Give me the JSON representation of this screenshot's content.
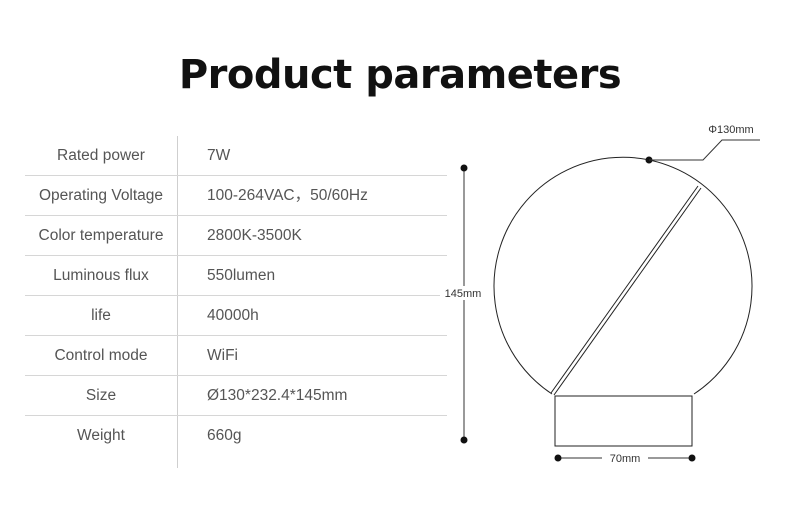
{
  "title": "Product parameters",
  "specs": [
    {
      "label": "Rated power",
      "value": "7W"
    },
    {
      "label": "Operating Voltage",
      "value": "100-264VAC，50/60Hz"
    },
    {
      "label": "Color temperature",
      "value": "2800K-3500K"
    },
    {
      "label": "Luminous flux",
      "value": "550lumen"
    },
    {
      "label": "life",
      "value": "40000h"
    },
    {
      "label": "Control mode",
      "value": "WiFi"
    },
    {
      "label": "Size",
      "value": "Ø130*232.4*145mm"
    },
    {
      "label": "Weight",
      "value": "660g"
    }
  ],
  "diagram": {
    "diameter_label": "Φ130mm",
    "height_label": "145mm",
    "base_width_label": "70mm"
  }
}
